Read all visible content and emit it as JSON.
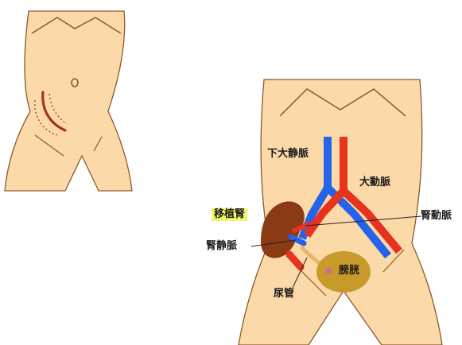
{
  "labels": {
    "transplant_kidney": "移植腎",
    "inferior_vena_cava": "下大静脈",
    "aorta": "大動脈",
    "renal_artery": "腎動脈",
    "renal_vein": "腎静脈",
    "bladder": "膀胱",
    "ureter": "尿管"
  },
  "colors": {
    "skin": "#fcd9a8",
    "outline": "#8b5a2b",
    "artery": "#e5331e",
    "vein": "#2563e8",
    "kidney": "#8a3a14",
    "bladder": "#c79a2a",
    "ureter": "#e9b566",
    "incision": "#a8321f",
    "label_highlight": "#f6f56a"
  }
}
